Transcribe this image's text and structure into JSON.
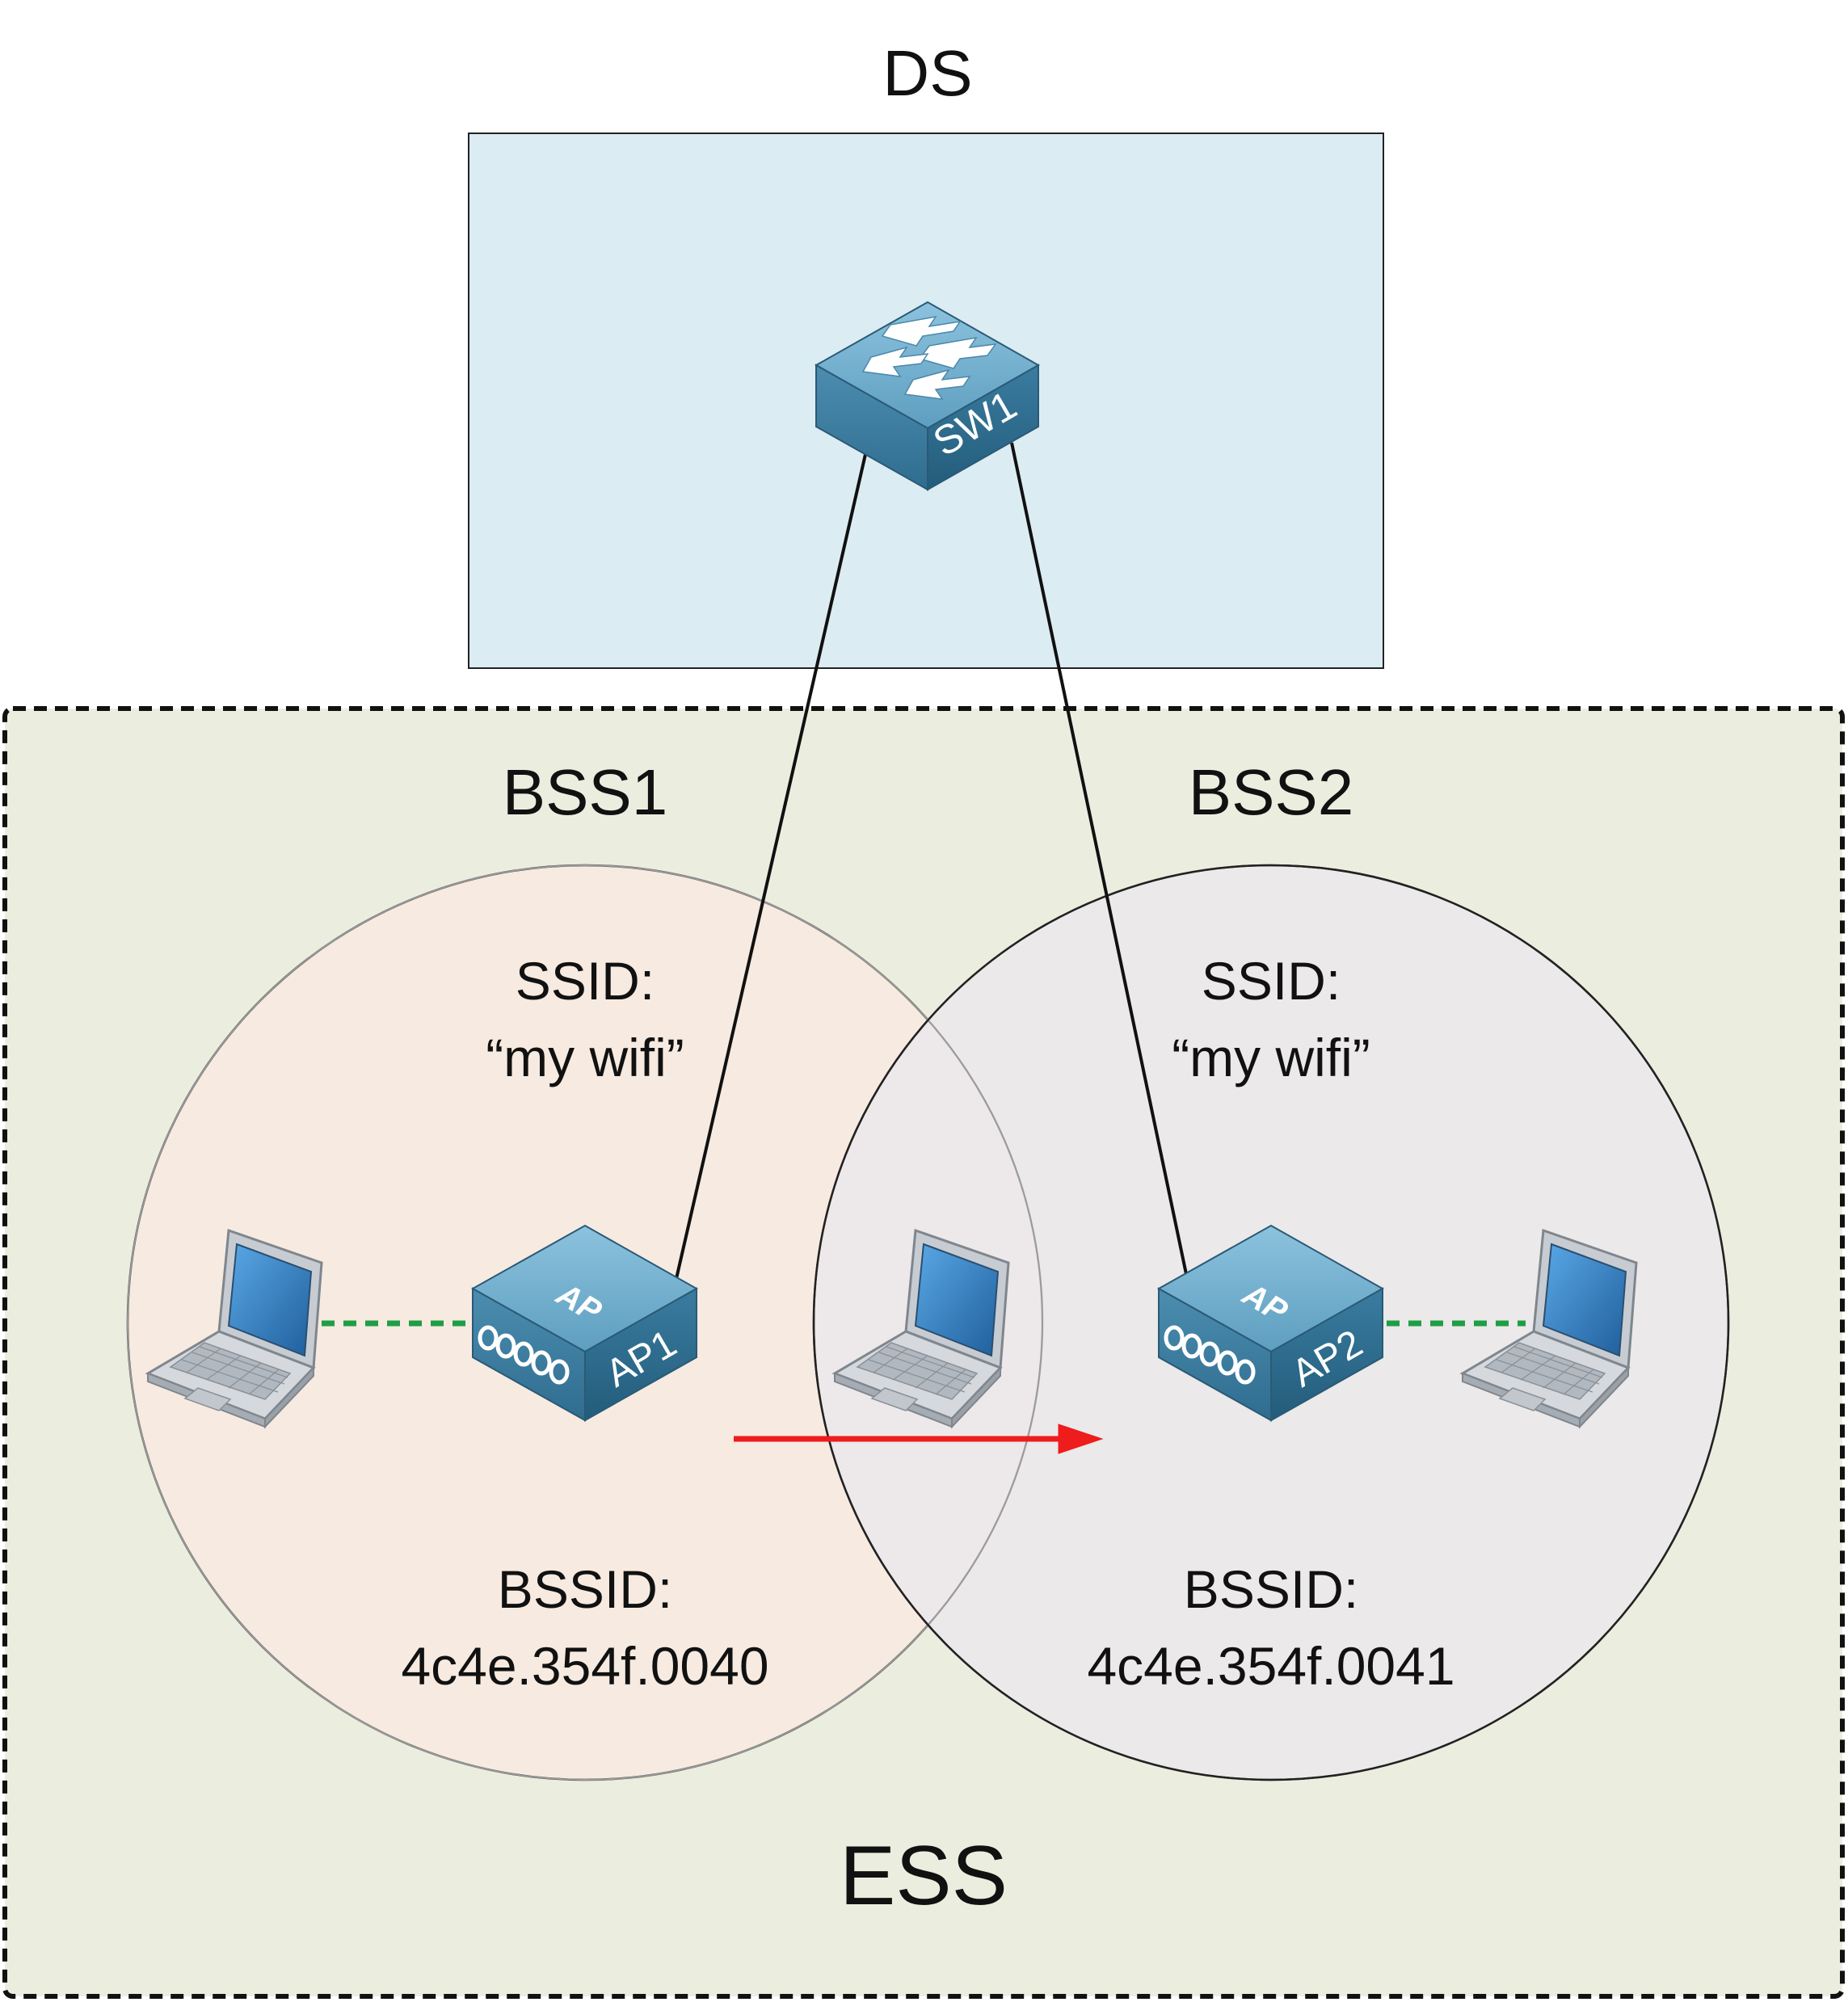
{
  "title": "DS",
  "ess": {
    "label": "ESS"
  },
  "switch": {
    "label": "SW1"
  },
  "bss": [
    {
      "name": "BSS1",
      "ssid_label": "SSID:",
      "ssid_value": "“my wifi”",
      "bssid_label": "BSSID:",
      "bssid_value": "4c4e.354f.0040",
      "ap": {
        "label": "AP1",
        "badge": "AP"
      }
    },
    {
      "name": "BSS2",
      "ssid_label": "SSID:",
      "ssid_value": "“my wifi”",
      "bssid_label": "BSSID:",
      "bssid_value": "4c4e.354f.0041",
      "ap": {
        "label": "AP2",
        "badge": "AP"
      }
    }
  ],
  "colors": {
    "ds_fill": "#dcecf3",
    "ess_fill": "#ebeedf",
    "bss1_fill": "#f7eae0",
    "bss2_fill": "#ebe8ec",
    "device_blue": "#3d7fa3",
    "roam_arrow": "#ee1c1c",
    "wireless_link": "#1e9e45"
  },
  "icons": [
    "switch-icon",
    "access-point-icon",
    "laptop-icon"
  ]
}
